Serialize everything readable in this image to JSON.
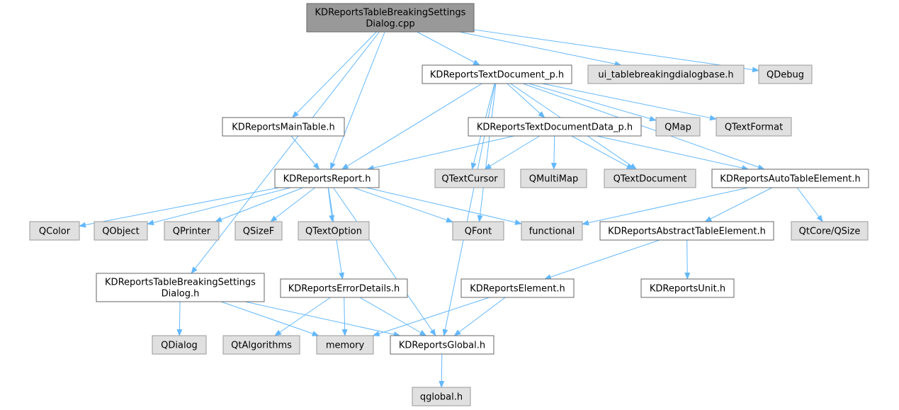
{
  "colors": {
    "edge": "#63b8ff",
    "root_fill": "#999999",
    "root_stroke": "#666666",
    "local_fill": "#ffffff",
    "local_stroke": "#666666",
    "external_fill": "#e0e0e0",
    "external_stroke": "#999999"
  },
  "nodes": [
    {
      "id": "root",
      "lines": [
        "KDReportsTableBreakingSettings",
        "Dialog.cpp"
      ],
      "kind": "root"
    },
    {
      "id": "ui_base",
      "lines": [
        "ui_tablebreakingdialogbase.h"
      ],
      "kind": "external"
    },
    {
      "id": "qdebug",
      "lines": [
        "QDebug"
      ],
      "kind": "external"
    },
    {
      "id": "textdoc_p",
      "lines": [
        "KDReportsTextDocument_p.h"
      ],
      "kind": "local"
    },
    {
      "id": "maintable",
      "lines": [
        "KDReportsMainTable.h"
      ],
      "kind": "local"
    },
    {
      "id": "textdocdata",
      "lines": [
        "KDReportsTextDocumentData_p.h"
      ],
      "kind": "local"
    },
    {
      "id": "qmap",
      "lines": [
        "QMap"
      ],
      "kind": "external"
    },
    {
      "id": "qtextformat",
      "lines": [
        "QTextFormat"
      ],
      "kind": "external"
    },
    {
      "id": "report",
      "lines": [
        "KDReportsReport.h"
      ],
      "kind": "local"
    },
    {
      "id": "qtextcursor",
      "lines": [
        "QTextCursor"
      ],
      "kind": "external"
    },
    {
      "id": "qmultimap",
      "lines": [
        "QMultiMap"
      ],
      "kind": "external"
    },
    {
      "id": "qtextdocument",
      "lines": [
        "QTextDocument"
      ],
      "kind": "external"
    },
    {
      "id": "autotable",
      "lines": [
        "KDReportsAutoTableElement.h"
      ],
      "kind": "local"
    },
    {
      "id": "qcolor",
      "lines": [
        "QColor"
      ],
      "kind": "external"
    },
    {
      "id": "qobject",
      "lines": [
        "QObject"
      ],
      "kind": "external"
    },
    {
      "id": "qprinter",
      "lines": [
        "QPrinter"
      ],
      "kind": "external"
    },
    {
      "id": "qsizef",
      "lines": [
        "QSizeF"
      ],
      "kind": "external"
    },
    {
      "id": "qtextoption",
      "lines": [
        "QTextOption"
      ],
      "kind": "external"
    },
    {
      "id": "qfont",
      "lines": [
        "QFont"
      ],
      "kind": "external"
    },
    {
      "id": "functional",
      "lines": [
        "functional"
      ],
      "kind": "external"
    },
    {
      "id": "abstracttable",
      "lines": [
        "KDReportsAbstractTableElement.h"
      ],
      "kind": "local"
    },
    {
      "id": "qtcore_qsize",
      "lines": [
        "QtCore/QSize"
      ],
      "kind": "external"
    },
    {
      "id": "dialog_h",
      "lines": [
        "KDReportsTableBreakingSettings",
        "Dialog.h"
      ],
      "kind": "local"
    },
    {
      "id": "errordetails",
      "lines": [
        "KDReportsErrorDetails.h"
      ],
      "kind": "local"
    },
    {
      "id": "element",
      "lines": [
        "KDReportsElement.h"
      ],
      "kind": "local"
    },
    {
      "id": "unit",
      "lines": [
        "KDReportsUnit.h"
      ],
      "kind": "local"
    },
    {
      "id": "qdialog",
      "lines": [
        "QDialog"
      ],
      "kind": "external"
    },
    {
      "id": "qtalgorithms",
      "lines": [
        "QtAlgorithms"
      ],
      "kind": "external"
    },
    {
      "id": "memory",
      "lines": [
        "memory"
      ],
      "kind": "external"
    },
    {
      "id": "global",
      "lines": [
        "KDReportsGlobal.h"
      ],
      "kind": "local"
    },
    {
      "id": "qglobal",
      "lines": [
        "qglobal.h"
      ],
      "kind": "external"
    }
  ],
  "edges": [
    [
      "root",
      "dialog_h"
    ],
    [
      "root",
      "report"
    ],
    [
      "root",
      "maintable"
    ],
    [
      "root",
      "textdoc_p"
    ],
    [
      "root",
      "ui_base"
    ],
    [
      "root",
      "qdebug"
    ],
    [
      "textdoc_p",
      "report"
    ],
    [
      "textdoc_p",
      "qfont"
    ],
    [
      "textdoc_p",
      "qtextcursor"
    ],
    [
      "textdoc_p",
      "textdocdata"
    ],
    [
      "textdoc_p",
      "qmap"
    ],
    [
      "textdoc_p",
      "qtextformat"
    ],
    [
      "textdoc_p",
      "qtextdocument"
    ],
    [
      "textdoc_p",
      "autotable"
    ],
    [
      "textdoc_p",
      "global"
    ],
    [
      "maintable",
      "report"
    ],
    [
      "textdocdata",
      "report"
    ],
    [
      "textdocdata",
      "qtextcursor"
    ],
    [
      "textdocdata",
      "qmultimap"
    ],
    [
      "textdocdata",
      "qtextdocument"
    ],
    [
      "textdocdata",
      "autotable"
    ],
    [
      "report",
      "qcolor"
    ],
    [
      "report",
      "qobject"
    ],
    [
      "report",
      "qprinter"
    ],
    [
      "report",
      "qsizef"
    ],
    [
      "report",
      "qtextoption"
    ],
    [
      "report",
      "qfont"
    ],
    [
      "report",
      "functional"
    ],
    [
      "report",
      "errordetails"
    ],
    [
      "report",
      "global"
    ],
    [
      "autotable",
      "functional"
    ],
    [
      "autotable",
      "abstracttable"
    ],
    [
      "autotable",
      "qtcore_qsize"
    ],
    [
      "abstracttable",
      "element"
    ],
    [
      "abstracttable",
      "unit"
    ],
    [
      "dialog_h",
      "qdialog"
    ],
    [
      "dialog_h",
      "memory"
    ],
    [
      "dialog_h",
      "global"
    ],
    [
      "errordetails",
      "qtalgorithms"
    ],
    [
      "errordetails",
      "memory"
    ],
    [
      "errordetails",
      "global"
    ],
    [
      "element",
      "memory"
    ],
    [
      "element",
      "global"
    ],
    [
      "global",
      "qglobal"
    ]
  ]
}
